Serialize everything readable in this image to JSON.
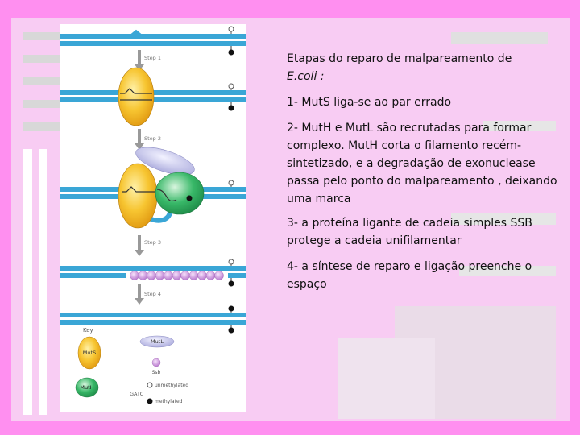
{
  "text": {
    "title_line1": "Etapas do reparo de malpareamento de",
    "title_line2": "E.coli :",
    "step1_text": "1- MutS liga-se ao par errado",
    "step2_text": "2- MutH e MutL são recrutadas para formar complexo. MutH corta o filamento recém-sintetizado, e a degradação de exonuclease passa pelo ponto do malpareamento , deixando uma marca",
    "step3_text": "3- a proteína ligante de cadeia simples SSB protege a cadeia unifilamentar",
    "step4_text": "4- a síntese de reparo e ligação preenche o espaço"
  },
  "diagram": {
    "step_labels": [
      "Step 1",
      "Step 2",
      "Step 3",
      "Step 4"
    ],
    "proteins": {
      "muts": "MutS",
      "mutl": "MutL",
      "muth": "MutH",
      "ssb": "Ssb"
    },
    "key": {
      "title": "Key",
      "gatc": "GATC",
      "unmethylated": "unmethylated",
      "methylated": "methylated"
    }
  },
  "colors": {
    "pink_background": "#f8ccf3",
    "pink_stripe": "#ff8ff0",
    "dna_strand": "#3aa6d6",
    "muts_yellow": "#f5bd1e",
    "muth_green": "#2aa65a",
    "mutl_lavender": "#b9b9e6",
    "ssb_purple": "#c98fd8"
  }
}
